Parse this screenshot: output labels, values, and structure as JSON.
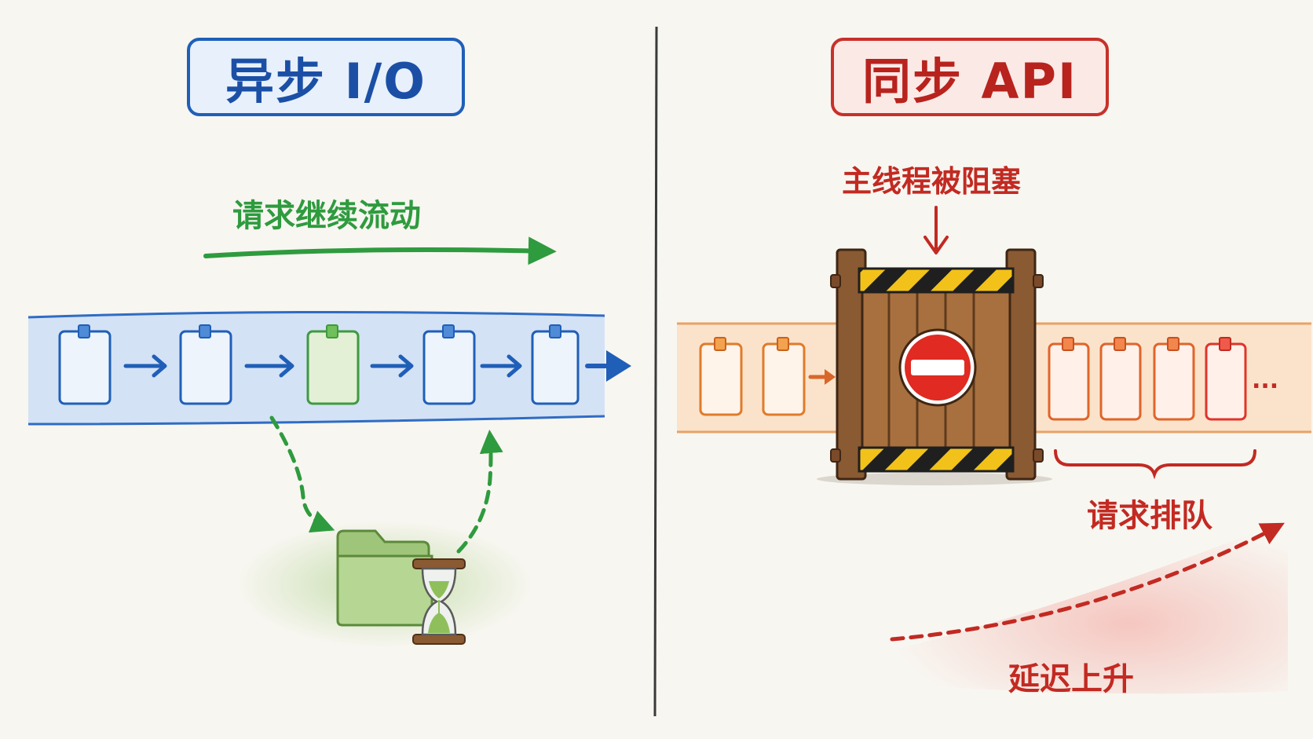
{
  "left_panel": {
    "title": "异步 I/O",
    "flow_label": "请求继续流动"
  },
  "right_panel": {
    "title": "同步 API",
    "blocked_label": "主线程被阻塞",
    "queue_label": "请求排队",
    "latency_label": "延迟上升",
    "ellipsis": "..."
  },
  "colors": {
    "async_blue": "#1f5fb8",
    "flow_green": "#2e9b3e",
    "sync_red": "#c7312a",
    "queue_orange": "#e07b2a"
  },
  "icons": [
    "request-card-icon",
    "folder-icon",
    "hourglass-icon",
    "no-entry-sign-icon",
    "wooden-gate-icon"
  ]
}
